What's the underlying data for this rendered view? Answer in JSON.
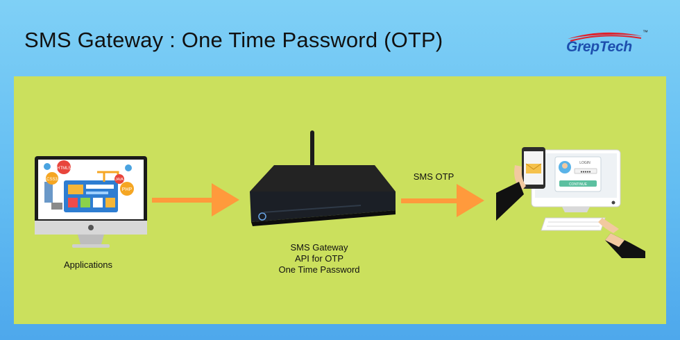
{
  "title": "SMS Gateway : One Time Password (OTP)",
  "logo": {
    "text": "GrepTech",
    "tm": "™"
  },
  "diagram": {
    "applications_label": "Applications",
    "gateway_label_line1": "SMS Gateway",
    "gateway_label_line2": "API for OTP",
    "gateway_label_line3": "One Time Password",
    "sms_otp_label": "SMS OTP",
    "screen_badges": [
      "HTML5",
      "CSS3",
      "PHP",
      "JAVA"
    ],
    "login_card": {
      "title": "LOGIN",
      "password_mask": "●●●●●",
      "button": "CONTINUE"
    }
  },
  "colors": {
    "background": "#63bdf2",
    "panel": "#cbe05d",
    "arrow": "#ff9a3c",
    "logo": "#1d4fae",
    "logo_swoosh": "#e0202a"
  }
}
